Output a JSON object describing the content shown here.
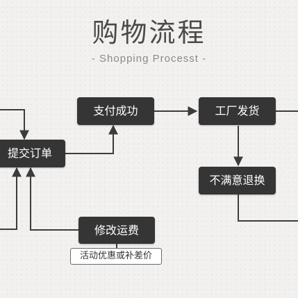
{
  "header": {
    "title": "购物流程",
    "subtitle": "- Shopping Processt -"
  },
  "nodes": {
    "submit_order": "提交订单",
    "payment_success": "支付成功",
    "factory_shipping": "工厂发货",
    "unsatisfied_return": "不满意退换",
    "modify_shipping": "修改运费",
    "discount_note": "活动优惠或补差价"
  },
  "colors": {
    "node_fill": "#353535",
    "node_text": "#ffffff",
    "connector": "#3c3c3c",
    "background": "#f2f1ef"
  }
}
